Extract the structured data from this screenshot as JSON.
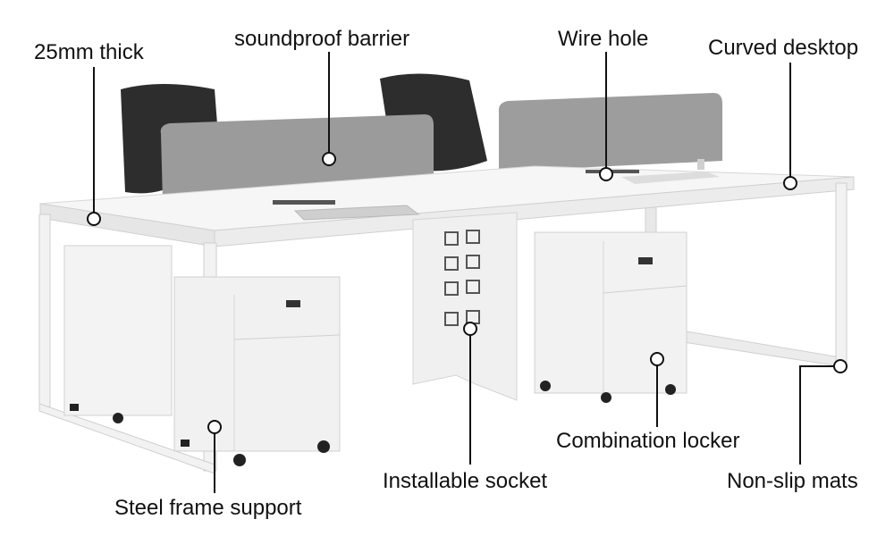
{
  "callouts": {
    "thickness": "25mm thick",
    "barrier": "soundproof barrier",
    "wire_hole": "Wire hole",
    "curved_desktop": "Curved desktop",
    "steel_frame": "Steel frame support",
    "socket": "Installable socket",
    "locker": "Combination locker",
    "mats": "Non-slip mats"
  },
  "colors": {
    "background": "#ffffff",
    "desk_white": "#f4f4f4",
    "barrier_gray": "#9a9a9a",
    "chair_black": "#2b2b2b",
    "callout_line": "#111111"
  }
}
